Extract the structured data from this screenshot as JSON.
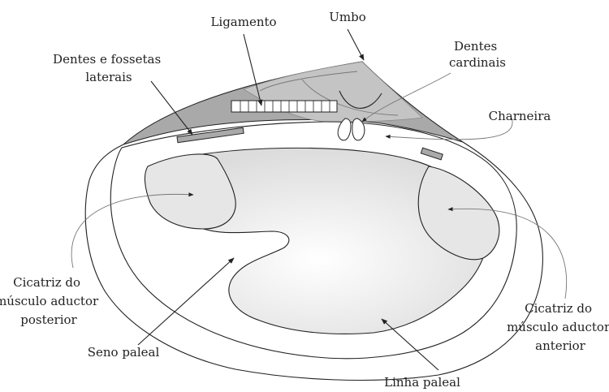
{
  "labels": {
    "ligamento": "Ligamento",
    "umbo": "Umbo",
    "dentes_cardinais": [
      "Dentes",
      "cardinais"
    ],
    "dentes_laterais": [
      "Dentes e fossetas",
      "laterais"
    ],
    "charneira": "Charneira",
    "cicatriz_posterior": [
      "Cicatriz do",
      "músculo aductor",
      "posterior"
    ],
    "seno_paleal": "Seno paleal",
    "cicatriz_anterior": [
      "Cicatriz do",
      "músculo aductor",
      "anterior"
    ],
    "linha_paleal": "Linha paleal"
  },
  "colors": {
    "stroke": "#222222",
    "hinge_fill": "#a9a9a9",
    "scar_fill": "#e6e6e6"
  }
}
